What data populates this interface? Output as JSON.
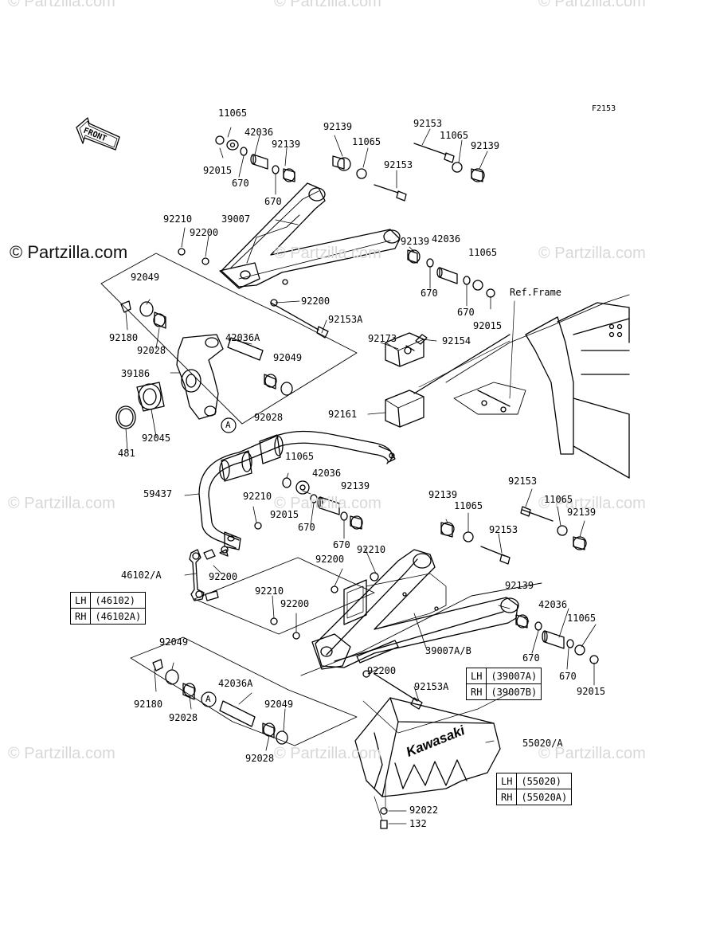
{
  "watermarks": [
    "© Partzilla.com",
    "© Partzilla.com",
    "© Partzilla.com"
  ],
  "watermark_main": "© Partzilla.com",
  "figure_code": "F2153",
  "front_arrow": "FRONT",
  "ref_frame": "Ref.Frame",
  "brand_text": "Kawasaki",
  "parts": {
    "p11065": "11065",
    "p42036": "42036",
    "p92139": "92139",
    "p92015": "92015",
    "p670": "670",
    "p11065b": "11065",
    "p92153": "92153",
    "p92210": "92210",
    "p39007": "39007",
    "p92200": "92200",
    "p92049": "92049",
    "p92180": "92180",
    "p92028": "92028",
    "p42036A": "42036A",
    "p39186": "39186",
    "p92153A": "92153A",
    "p92173": "92173",
    "p92154": "92154",
    "p92161": "92161",
    "p92045": "92045",
    "p481": "481",
    "p59437": "59437",
    "p46102A": "46102/A",
    "p39007AB": "39007A/B",
    "p55020A": "55020/A",
    "p92022": "92022",
    "p132": "132",
    "circleA": "A"
  },
  "legends": [
    {
      "rows": [
        [
          "LH",
          "(46102)"
        ],
        [
          "RH",
          "(46102A)"
        ]
      ]
    },
    {
      "rows": [
        [
          "LH",
          "(39007A)"
        ],
        [
          "RH",
          "(39007B)"
        ]
      ]
    },
    {
      "rows": [
        [
          "LH",
          "(55020)"
        ],
        [
          "RH",
          "(55020A)"
        ]
      ]
    }
  ]
}
